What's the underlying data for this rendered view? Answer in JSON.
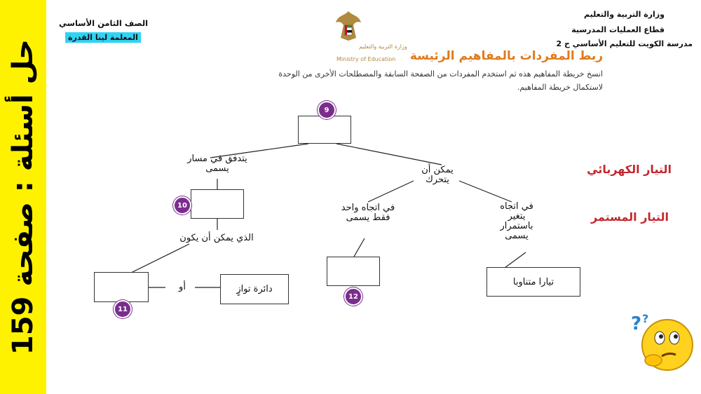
{
  "sidebar": {
    "vertical_title": "حل أسئلة : صفحة 159"
  },
  "header": {
    "grade": "الصف الثامن الأساسي",
    "teacher": "المعلمة لينا القدرة",
    "ministry_line1": "وزارة التربية والتعليم",
    "ministry_line2": "قطاع العمليات المدرسية",
    "school": "مدرسة الكويت للتعليم الأساسي ح 2",
    "logo_ar": "وزارة التربية والتعليم",
    "logo_en": "Ministry of Education"
  },
  "section": {
    "title": "ربط المفردات بالمفاهيم الرئيسة",
    "instruction_line1": "انسخ خريطة المفاهيم هذه ثم استخدم المفردات من الصفحة السابقة والمصطلحات الأخرى من الوحدة",
    "instruction_line2": "لاستكمال خريطة المفاهيم."
  },
  "concept_map": {
    "badges": [
      "9",
      "10",
      "11",
      "12"
    ],
    "link_left": "يتدفق في مسار يسمى",
    "link_right": "يمكن أن يتحرك",
    "link_which": "الذي يمكن أن يكون",
    "link_or": "أو",
    "link_one_dir": "في اتجاه واحد فقط يسمى",
    "link_changing": "في اتجاه يتغير باستمرار يسمى",
    "box_parallel": "دائرة توازٍ",
    "box_alternating": "تيارا متناوبا"
  },
  "answers": {
    "answer_9": "التيار الكهربائي",
    "answer_12": "التيار المستمر"
  },
  "colors": {
    "sidebar": "#fff200",
    "teacher_bg": "#2fd3f5",
    "title": "#e07a1a",
    "answer": "#c0272d",
    "badge": "#7b2d8e"
  },
  "icons": {
    "logo": "uae-eagle-emblem",
    "mascot": "thinking-emoji-icon"
  }
}
